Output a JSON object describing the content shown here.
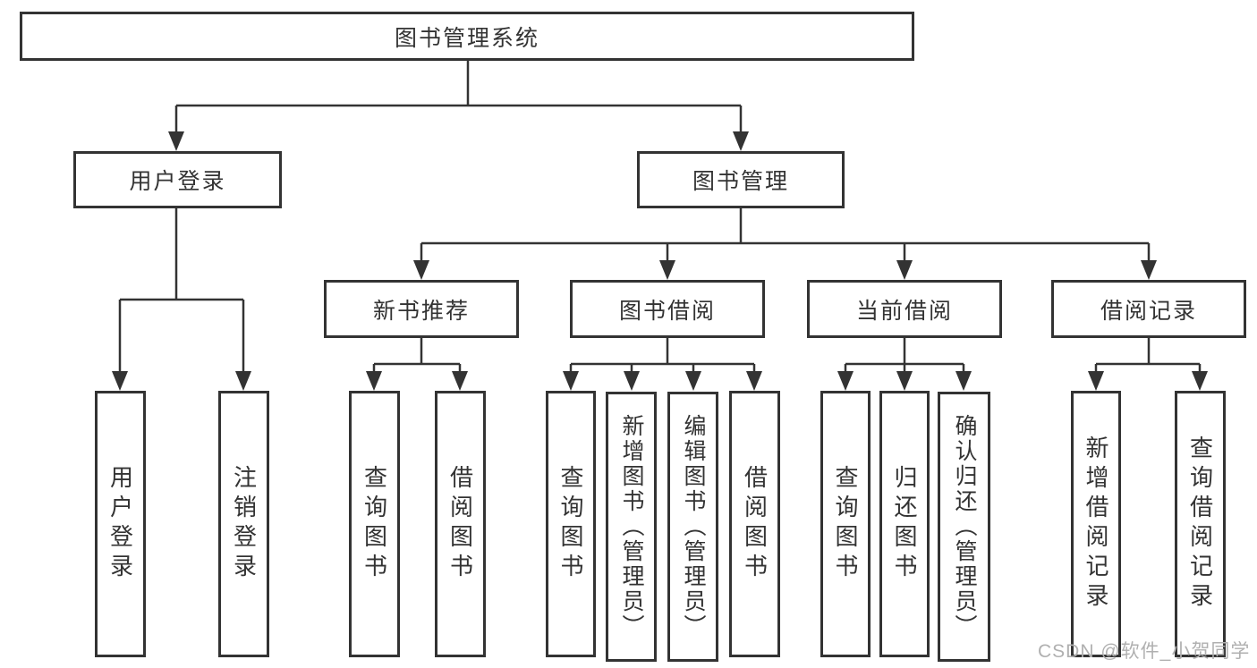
{
  "diagram": {
    "root": "图书管理系统",
    "user_branch": {
      "label": "用户登录",
      "children": [
        "用户登录",
        "注销登录"
      ]
    },
    "book_branch": {
      "label": "图书管理",
      "sections": [
        {
          "label": "新书推荐",
          "children": [
            "查询图书",
            "借阅图书"
          ]
        },
        {
          "label": "图书借阅",
          "children": [
            "查询图书",
            "新增图书（管理员）",
            "编辑图书（管理员）",
            "借阅图书"
          ]
        },
        {
          "label": "当前借阅",
          "children": [
            "查询图书",
            "归还图书",
            "确认归还（管理员）"
          ]
        },
        {
          "label": "借阅记录",
          "children": [
            "新增借阅记录",
            "查询借阅记录"
          ]
        }
      ]
    },
    "watermark": "CSDN @软件_小贺同学",
    "colors": {
      "line": "#333333",
      "text": "#333333",
      "watermark": "#b0b0b0",
      "background": "#ffffff"
    }
  }
}
